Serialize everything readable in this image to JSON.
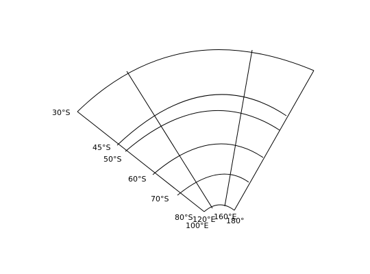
{
  "map": {
    "projection": "polar-sector",
    "latitude_range": [
      "30°S",
      "80°S"
    ],
    "longitude_range": [
      "100°E",
      "180°"
    ],
    "colors": {
      "background": "#ffffff",
      "lines": "#000000"
    },
    "latitude_labels": [
      "30°S",
      "45°S",
      "50°S",
      "60°S",
      "70°S",
      "80°S"
    ],
    "longitude_labels": [
      "100°E",
      "120°E",
      "160°E",
      "180°"
    ]
  }
}
